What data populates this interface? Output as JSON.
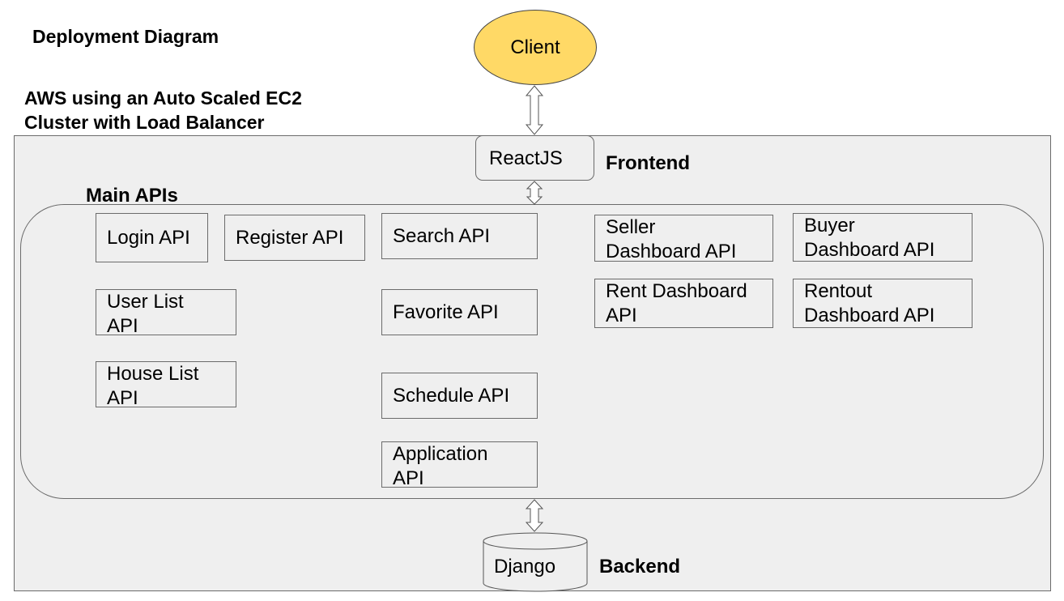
{
  "title": "Deployment Diagram",
  "aws_label_line1": "AWS using an Auto Scaled EC2",
  "aws_label_line2": "Cluster with Load Balancer",
  "client": "Client",
  "frontend": {
    "node": "ReactJS",
    "label": "Frontend"
  },
  "main_apis": {
    "label": "Main APIs",
    "login": "Login API",
    "register": "Register API",
    "search": "Search API",
    "seller_line1": "Seller",
    "seller_line2": "Dashboard API",
    "buyer_line1": "Buyer",
    "buyer_line2": "Dashboard API",
    "user_list_line1": "User List",
    "user_list_line2": "API",
    "favorite": "Favorite API",
    "rent_line1": "Rent Dashboard",
    "rent_line2": "API",
    "rentout_line1": "Rentout",
    "rentout_line2": "Dashboard API",
    "house_list_line1": "House List",
    "house_list_line2": "API",
    "schedule": "Schedule API",
    "application_line1": "Application",
    "application_line2": "API"
  },
  "backend": {
    "node": "Django",
    "label": "Backend"
  },
  "colors": {
    "client_fill": "#ffd966",
    "container_fill": "#efefef",
    "border": "#6b6b6b"
  }
}
